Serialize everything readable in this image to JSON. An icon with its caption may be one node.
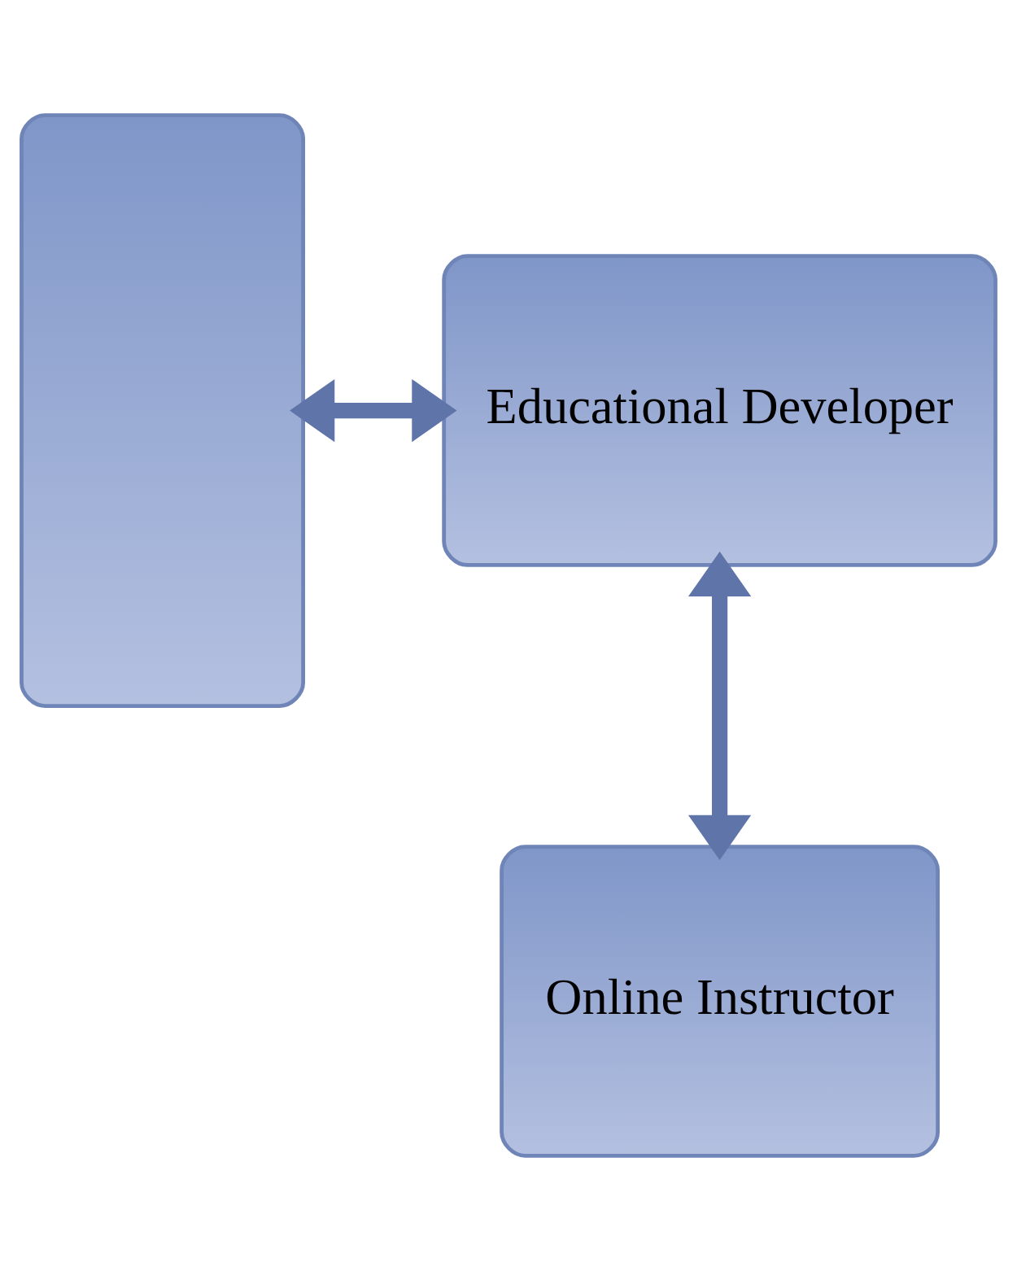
{
  "diagram": {
    "nodes": [
      {
        "text": [],
        "shape": "box"
      },
      {
        "text": [
          "Educational Developer"
        ]
      },
      {
        "text": [
          "Online Instructor"
        ]
      }
    ],
    "edges": [
      {
        "from": 0,
        "to": 1,
        "arrow": "both"
      },
      {
        "from": 1,
        "to": 2,
        "arrow": "both"
      }
    ]
  }
}
